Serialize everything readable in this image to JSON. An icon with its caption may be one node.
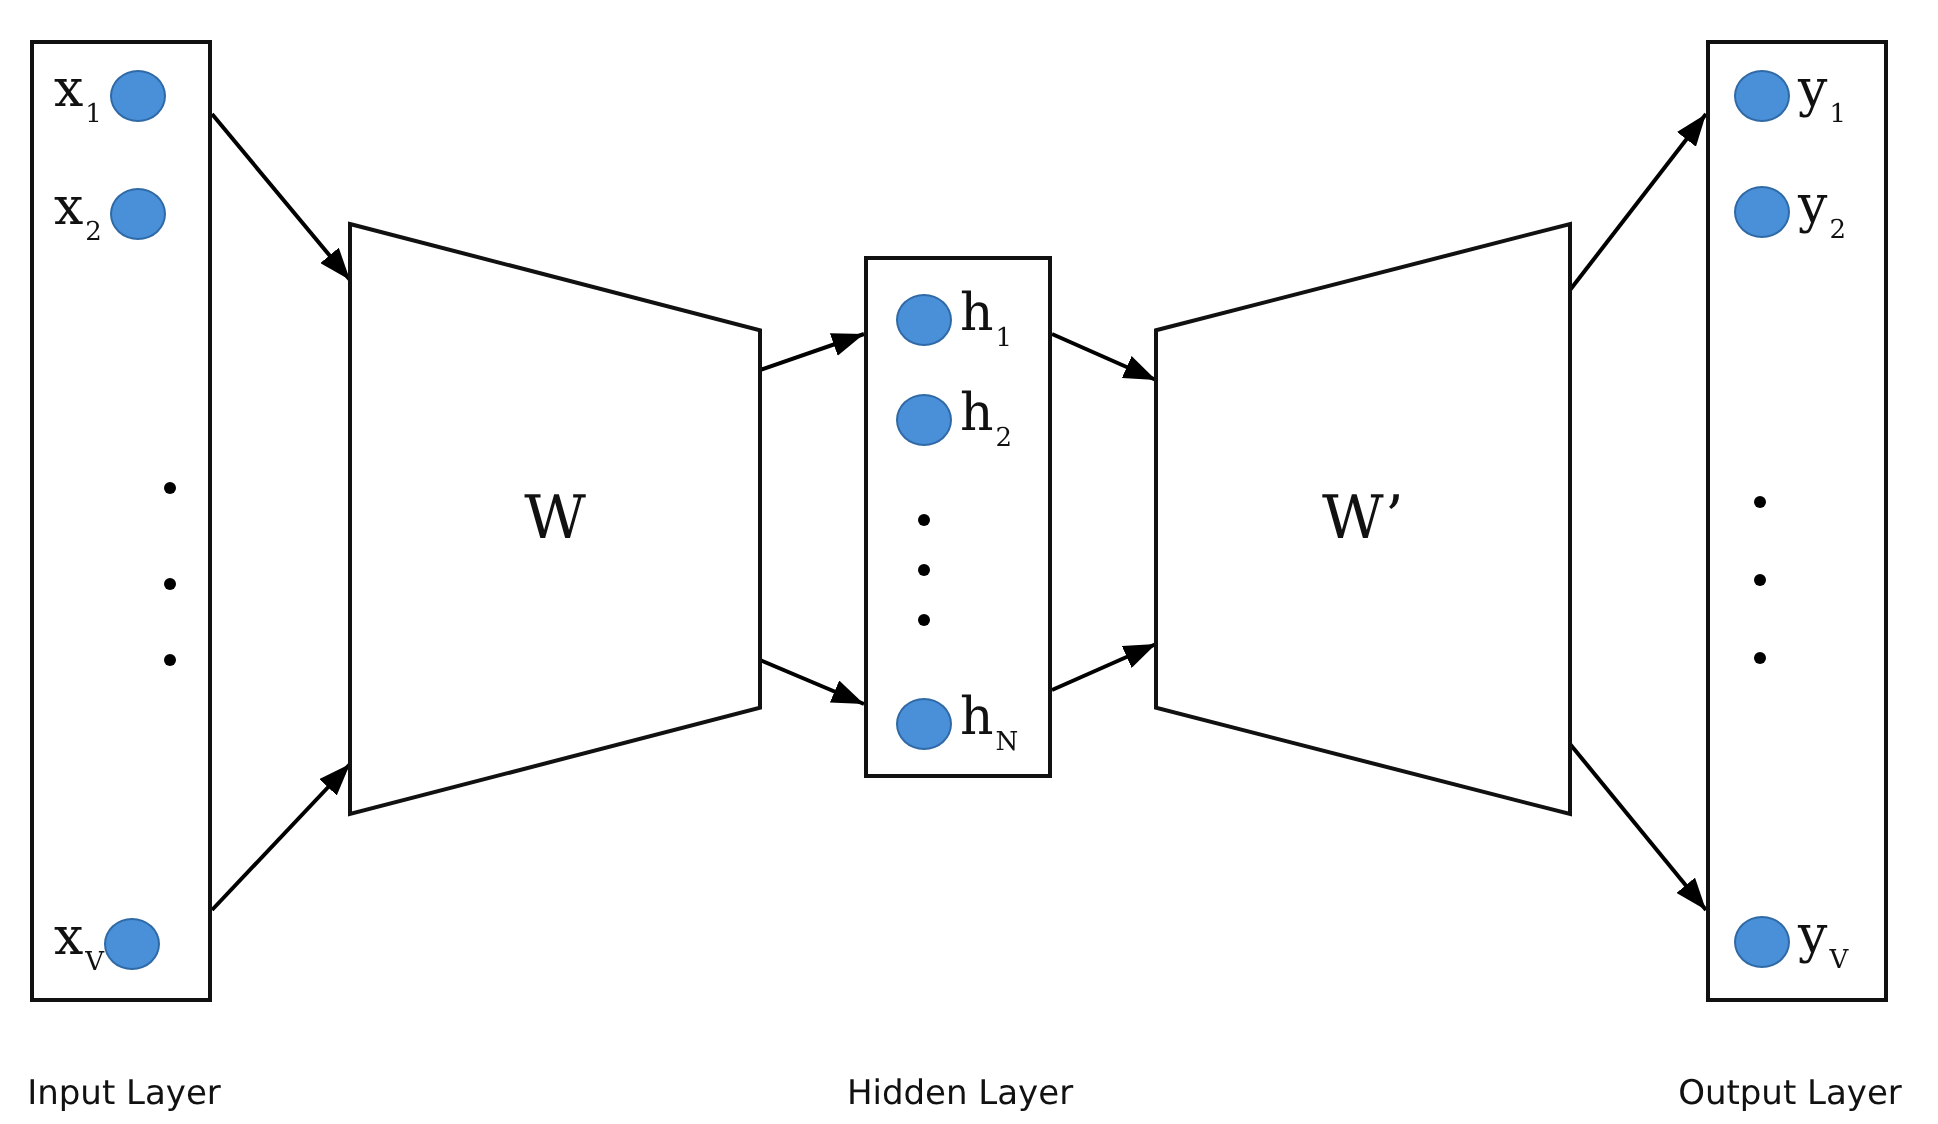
{
  "diagram": {
    "nodes": [
      {
        "text": [],
        "shape": "box"
      },
      {
        "text": [
          "x$_{1}$"
        ],
        "in": 0
      },
      {
        "text": [
          "x$_{2}$"
        ],
        "in": 0
      },
      {
        "text": [
          "x$_{V}$"
        ],
        "in": 0
      },
      {
        "text": [
          "W"
        ]
      },
      {
        "text": [],
        "shape": "box"
      },
      {
        "text": [
          "h$_{1}$"
        ],
        "in": 5
      },
      {
        "text": [
          "h$_{2}$"
        ],
        "in": 5
      },
      {
        "text": [
          "h$_{N}$"
        ],
        "in": 5
      },
      {
        "text": [
          "W’"
        ]
      },
      {
        "text": [],
        "shape": "box"
      },
      {
        "text": [
          "y$_{1}$"
        ],
        "in": 10
      },
      {
        "text": [
          "y$_{2}$"
        ],
        "in": 10
      },
      {
        "text": [
          "y$_{V}$"
        ],
        "in": 10
      }
    ],
    "edges": [
      {
        "from": 0,
        "to": 4,
        "arrow": "to"
      },
      {
        "from": 0,
        "to": 4,
        "arrow": "to"
      },
      {
        "from": 4,
        "to": 5,
        "arrow": "to"
      },
      {
        "from": 4,
        "to": 5,
        "arrow": "to"
      },
      {
        "from": 5,
        "to": 9,
        "arrow": "to"
      },
      {
        "from": 5,
        "to": 9,
        "arrow": "to"
      },
      {
        "from": 9,
        "to": 10,
        "arrow": "to"
      },
      {
        "from": 9,
        "to": 10,
        "arrow": "to"
      }
    ],
    "labels": [
      "Input Layer",
      "Hidden Layer",
      "Output Layer"
    ]
  }
}
